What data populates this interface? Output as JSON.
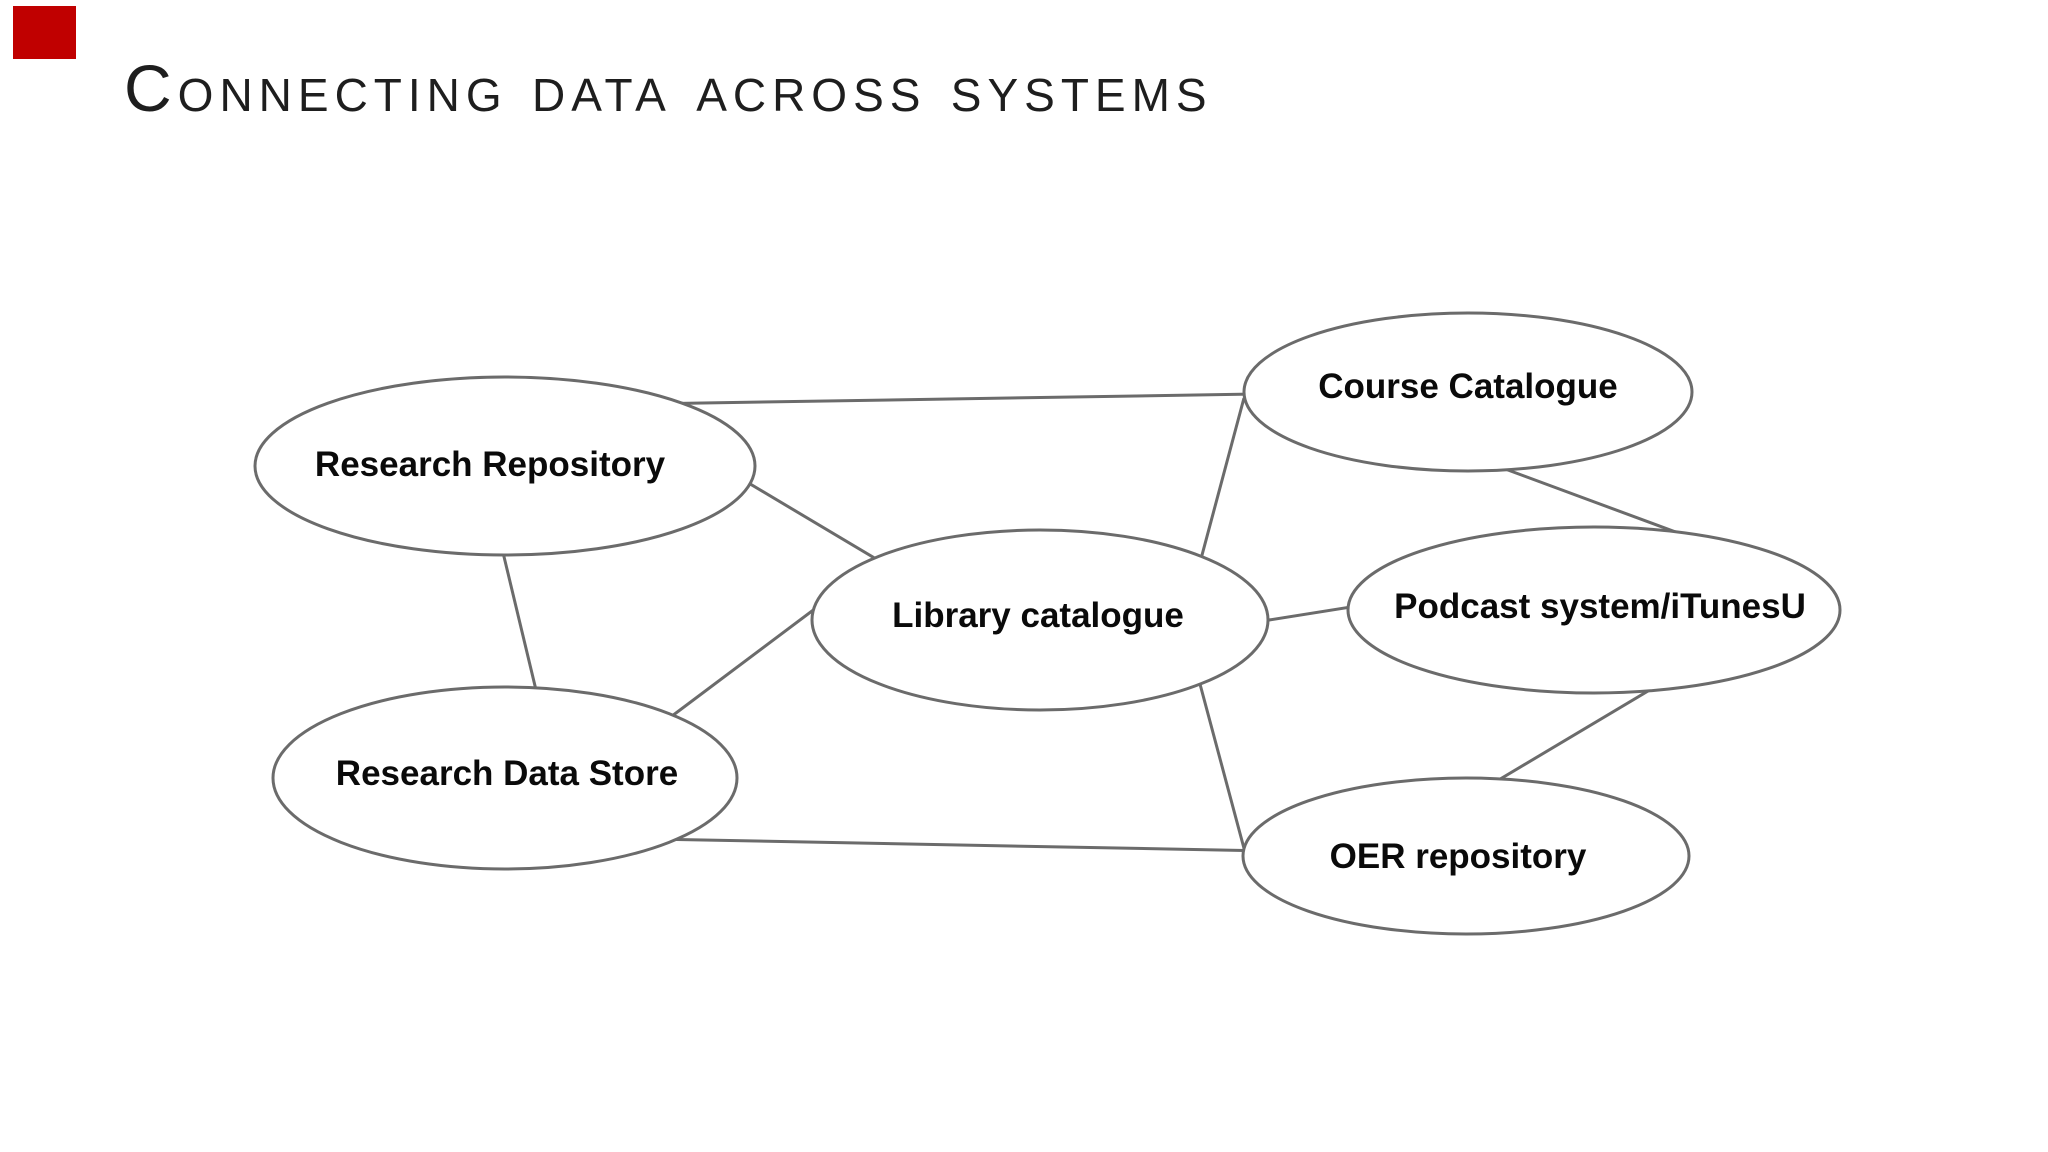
{
  "slide": {
    "title": "Connecting data across systems",
    "accent_color": "#c00000",
    "diagram": {
      "stroke_color": "#6b6b6b",
      "node_fill": "#ffffff",
      "text_color": "#0a0a0a",
      "nodes": [
        {
          "id": "research-repository",
          "label": "Research Repository"
        },
        {
          "id": "library-catalogue",
          "label": "Library catalogue"
        },
        {
          "id": "research-data-store",
          "label": "Research Data Store"
        },
        {
          "id": "course-catalogue",
          "label": "Course Catalogue"
        },
        {
          "id": "podcast-system",
          "label": "Podcast system/iTunesU"
        },
        {
          "id": "oer-repository",
          "label": "OER repository"
        }
      ],
      "edges": [
        {
          "from": "research-repository",
          "to": "course-catalogue"
        },
        {
          "from": "research-repository",
          "to": "library-catalogue"
        },
        {
          "from": "research-repository",
          "to": "research-data-store"
        },
        {
          "from": "library-catalogue",
          "to": "course-catalogue"
        },
        {
          "from": "library-catalogue",
          "to": "podcast-system"
        },
        {
          "from": "library-catalogue",
          "to": "oer-repository"
        },
        {
          "from": "library-catalogue",
          "to": "research-data-store"
        },
        {
          "from": "research-data-store",
          "to": "oer-repository"
        },
        {
          "from": "podcast-system",
          "to": "oer-repository"
        },
        {
          "from": "course-catalogue",
          "to": "podcast-system"
        }
      ]
    }
  }
}
